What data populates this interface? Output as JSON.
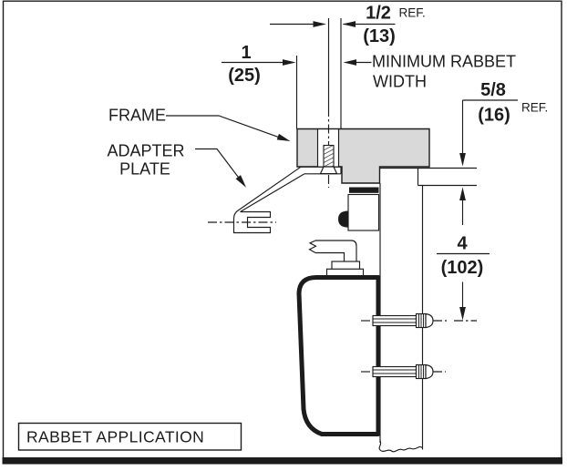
{
  "drawing": {
    "caption": "RABBET APPLICATION",
    "labels": {
      "frame": "FRAME",
      "adapter_plate_line1": "ADAPTER",
      "adapter_plate_line2": "PLATE",
      "rabbet_width_line1": "MINIMUM RABBET",
      "rabbet_width_line2": "WIDTH"
    },
    "dims": {
      "rabbet_width_in": "1/2",
      "rabbet_width_mm": "(13)",
      "rabbet_width_ref": "REF.",
      "frame_face_in": "1",
      "frame_face_mm": "(25)",
      "stop_depth_in": "5/8",
      "stop_depth_mm": "(16)",
      "stop_depth_ref": "REF.",
      "hole_offset_in": "4",
      "hole_offset_mm": "(102)"
    },
    "colors": {
      "line": "#1c1c1c",
      "frame_fill": "#d9d9d9",
      "background": "#ffffff"
    }
  }
}
